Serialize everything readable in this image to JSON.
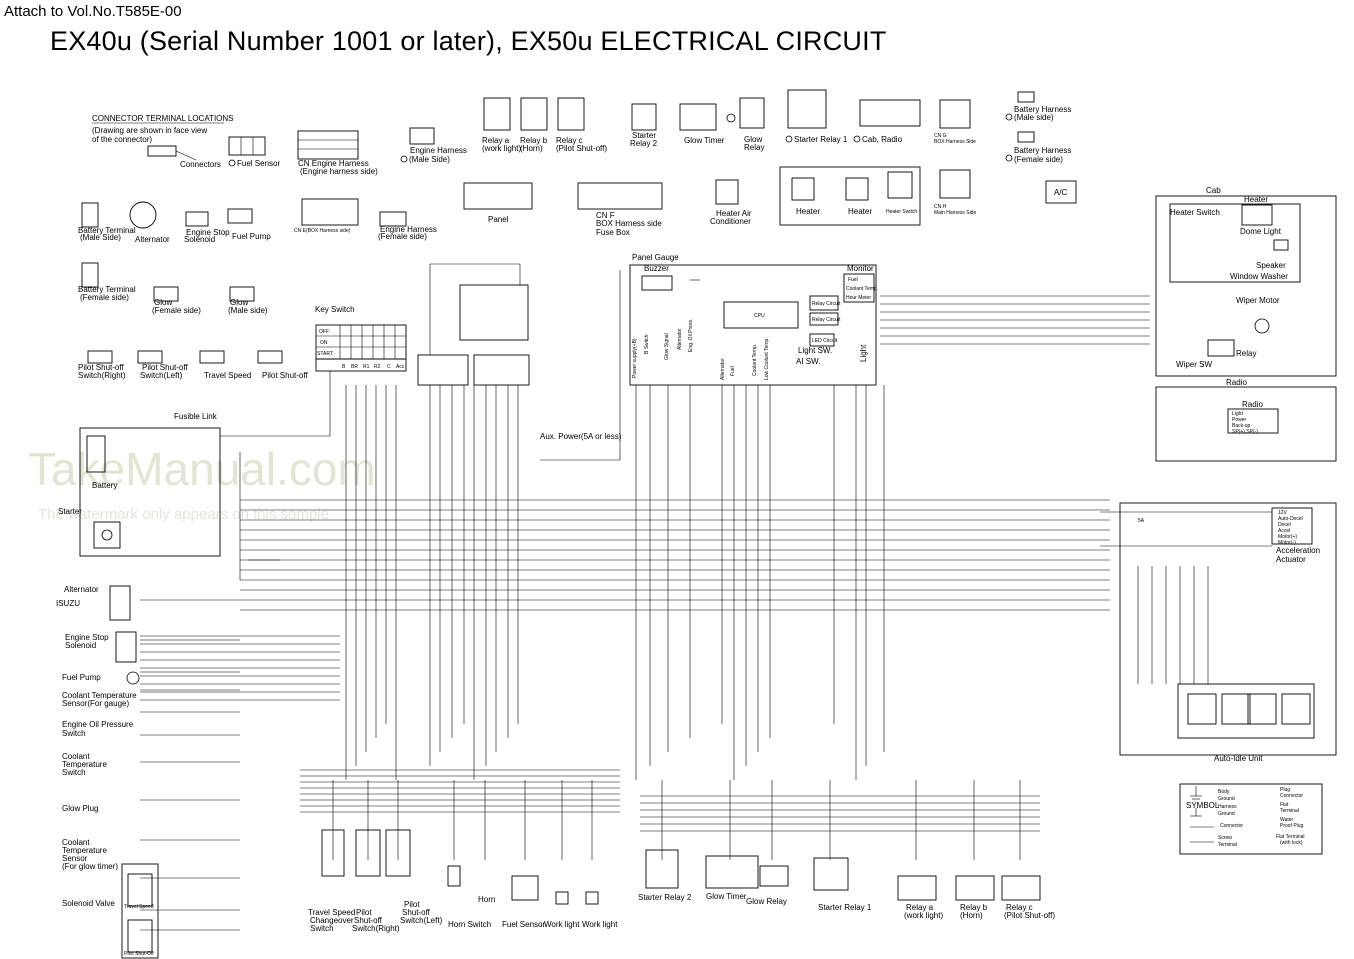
{
  "header": {
    "attach": "Attach to Vol.No.T585E-00",
    "title": "EX40u (Serial Number 1001 or later),  EX50u  ELECTRICAL CIRCUIT"
  },
  "watermark": {
    "main": "TakeManual.com",
    "sub": "The watermark only appears on this sample"
  },
  "connector_locations": {
    "title": "CONNECTOR TERMINAL LOCATIONS",
    "note1": "(Drawing are shown in face view",
    "note2": "of the connector)",
    "connectors": "Connectors"
  },
  "top_labels": {
    "fuel_sensor": "Fuel Sensor",
    "cn_engine": "CN Engine Harness",
    "cn_engine_side": "(Engine harness side)",
    "engine_harness": "Engine Harness",
    "engine_harness_male": "(Male Side)",
    "relay_a": "Relay a",
    "relay_a2": "(work light)",
    "relay_b": "Relay b",
    "relay_b2": "(Horn)",
    "relay_c": "Relay c",
    "relay_c2": "(Pilot Shut-off)",
    "starter_relay2": "Starter",
    "starter_relay2b": "Relay 2",
    "glow_timer": "Glow Timer",
    "glow_relay": "Glow",
    "glow_relay2": "Relay",
    "starter_relay1": "Starter Relay 1",
    "cab_radio": "Cab, Radio",
    "cn_g": "CN G",
    "box_harness_side": "BOX Harness Side",
    "battery_harness_male": "Battery Harness",
    "battery_male_side": "(Male side)",
    "battery_harness_female": "Battery Harness",
    "battery_female_side": "(Female side)",
    "battery_terminal": "Battery Terminal",
    "battery_terminal_male": "(Male Side)",
    "alternator": "Alternator",
    "engine_stop_solenoid": "Engine Stop",
    "engine_stop_solenoid2": "Solenoid",
    "fuel_pump": "Fuel Pump",
    "cn_e": "CN E(BOX Harness side)",
    "engine_harness_female": "Engine Harness",
    "engine_harness_female2": "(Female side)",
    "panel": "Panel",
    "cn_f": "CN F",
    "cn_f2": "BOX Harness side",
    "fuse_box": "Fuse Box",
    "heater_ac": "Heater Air",
    "heater_ac2": "Conditioner",
    "heater": "Heater",
    "heater2": "Heater",
    "heater_switch": "Heater Switch",
    "cn_h": "CN H",
    "main_harness_side": "Main Harness Side",
    "battery_terminal_f": "Battery Terminal",
    "battery_terminal_f2": "(Female side)",
    "glow": "Glow",
    "glow_f": "(Female side)",
    "glow_m": "Glow",
    "glow_m2": "(Male side)",
    "pilot_shutoff_r": "Pilot Shut-off",
    "pilot_shutoff_r2": "Switch(Right)",
    "pilot_shutoff_l": "Pilot Shut-off",
    "pilot_shutoff_l2": "Switch(Left)",
    "travel_speed": "Travel Speed",
    "pilot_shutoff": "Pilot Shut-off"
  },
  "key_switch": {
    "title": "Key Switch",
    "rows": [
      "OFF",
      "ON",
      "START"
    ],
    "cols": [
      "B",
      "BR",
      "R1",
      "R2",
      "C",
      "Acc"
    ]
  },
  "panel_gauge": {
    "title": "Panel Gauge",
    "buzzer": "Buzzer",
    "monitor": "Monitor",
    "cpu": "CPU",
    "light_sw": "Light SW.",
    "ai_sw": "AI SW.",
    "light": "Light",
    "monitor_items": [
      "Fuel",
      "Coolant Temp.",
      "Hour Meter"
    ],
    "relay_circuit": "Relay Circuit",
    "led_circuit": "LED Circuit",
    "vert": [
      "Power supply(+B)",
      "B Switch",
      "Glow Signal",
      "Alternator",
      "Eng. Oil Press.",
      "Alternator",
      "Fuel",
      "Coolant Temp.",
      "Low Coolant Temp."
    ]
  },
  "aux_power": "Aux. Power(5A or less)",
  "left_components": [
    {
      "name": "Fusible Link"
    },
    {
      "name": "Battery"
    },
    {
      "name": "Starter"
    },
    {
      "name": "Alternator"
    },
    {
      "name": "ISUZU"
    },
    {
      "name": "Engine Stop"
    },
    {
      "name": "Solenoid"
    },
    {
      "name": "Fuel Pump"
    },
    {
      "name": "Coolant Temperature"
    },
    {
      "name": "Sensor(For gauge)"
    },
    {
      "name": "Engine Oil Pressure"
    },
    {
      "name": "Switch"
    },
    {
      "name": "Coolant"
    },
    {
      "name": "Temperature"
    },
    {
      "name": "Switch"
    },
    {
      "name": "Glow Plug"
    },
    {
      "name": "Coolant"
    },
    {
      "name": "Temperature"
    },
    {
      "name": "Sensor"
    },
    {
      "name": "(For glow timer)"
    },
    {
      "name": "Solenoid Valve"
    }
  ],
  "valve_labels": {
    "travel": "Travel Speed",
    "pilot": "Pilot Shut-Off"
  },
  "bottom_labels": {
    "travel_speed": "Travel Speed",
    "changeover": "Changeover",
    "switch": "Switch",
    "pilot_r": "Pilot",
    "pilot_r2": "Shut-off",
    "pilot_r3": "Switch(Right)",
    "pilot_l": "Pilot",
    "pilot_l2": "Shut-off",
    "pilot_l3": "Switch(Left)",
    "horn": "Horn",
    "horn_switch": "Horn Switch",
    "fuel_sensor": "Fuel Sensor",
    "work_light": "Work light",
    "work_light2": "Work light",
    "starter_relay2": "Starter Relay 2",
    "glow_timer": "Glow Timer",
    "glow_relay": "Glow Relay",
    "starter_relay1": "Starter Relay 1",
    "relay_a": "Relay a",
    "relay_a2": "(work light)",
    "relay_b": "Relay b",
    "relay_b2": "(Horn)",
    "relay_c": "Relay c",
    "relay_c2": "(Pilot Shut-off)"
  },
  "cab": {
    "title": "Cab",
    "heater": "Heater",
    "heater_switch": "Heater Switch",
    "dome_light": "Dome Light",
    "speaker": "Speaker",
    "window_washer": "Window Washer",
    "wiper_motor": "Wiper Motor",
    "wiper_sw": "Wiper SW",
    "relay": "Relay",
    "ac": "A/C"
  },
  "radio": {
    "outer": "Radio",
    "inner": "Radio",
    "rows": [
      "Light",
      "Power",
      "Back-up",
      "SP(+)  SP(-)"
    ]
  },
  "actuator": {
    "title": "Acceleration",
    "title2": "Actuator",
    "rows": [
      "12V",
      "Auto-Decel",
      "Decel",
      "Accel",
      "Motor(+)",
      "Motor(-)"
    ],
    "fuse": "5A"
  },
  "auto_idle": "Auto-Idle Unit",
  "symbols": {
    "title": "SYMBOL",
    "items": [
      {
        "a": "Body",
        "b": "Ground"
      },
      {
        "a": "Harness",
        "b": "Ground"
      },
      {
        "a": "Connector",
        "b": ""
      },
      {
        "a": "Screw",
        "b": "Terminal"
      },
      {
        "a": "Plug",
        "b": "Connector"
      },
      {
        "a": "Flat",
        "b": "Terminal"
      },
      {
        "a": "Water",
        "b": "Proof Plug"
      },
      {
        "a": "Flat Terminal",
        "b": "(with lock)"
      }
    ]
  }
}
